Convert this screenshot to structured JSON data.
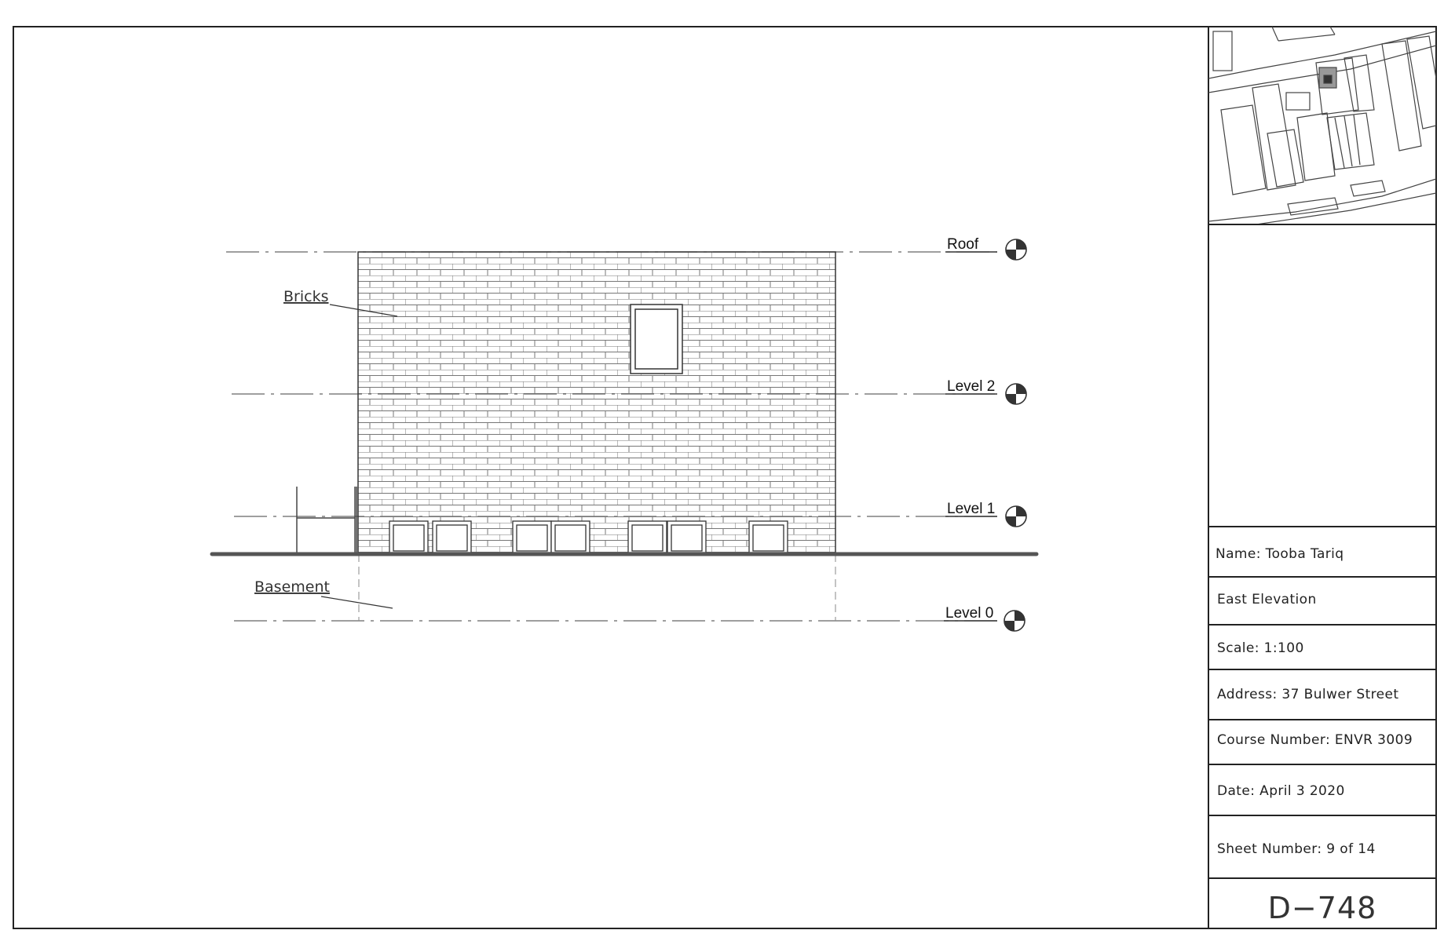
{
  "drawing": {
    "levels": [
      {
        "name": "Roof"
      },
      {
        "name": "Level 2"
      },
      {
        "name": "Level 1"
      },
      {
        "name": "Level 0"
      }
    ],
    "annotations": {
      "bricks": "Bricks",
      "basement": "Basement"
    }
  },
  "title_block": {
    "name": "Name:  Tooba Tariq",
    "view": "East Elevation",
    "scale": "Scale:  1:100",
    "address": "Address: 37 Bulwer Street",
    "course": "Course Number:  ENVR 3009",
    "date": "Date:  April  3  2020",
    "sheet": "Sheet Number:  9  of  14",
    "drawing_id": "D−748"
  },
  "colors": {
    "line": "#222222",
    "brick": "#666666",
    "ground": "#555555"
  }
}
